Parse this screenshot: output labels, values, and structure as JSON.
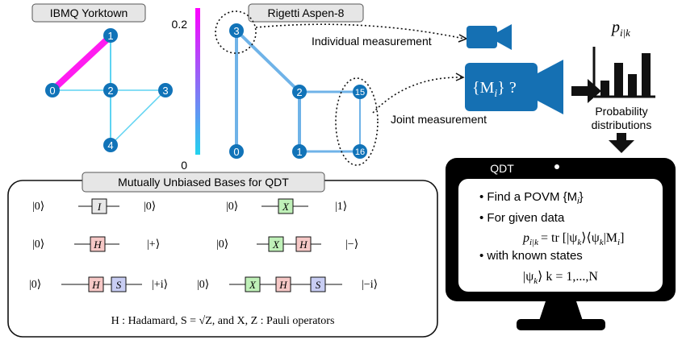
{
  "devices": {
    "ibmq": {
      "title": "IBMQ Yorktown",
      "nodes": [
        "0",
        "1",
        "2",
        "3",
        "4"
      ]
    },
    "rigetti": {
      "title": "Rigetti Aspen-8",
      "nodes": [
        "3",
        "2",
        "0",
        "1",
        "15",
        "16"
      ]
    }
  },
  "colorbar": {
    "max_label": "0.2",
    "min_label": "0",
    "top_color": "#ff00ff",
    "bottom_color": "#22d3ee"
  },
  "measurement": {
    "individual_label": "Individual measurement",
    "joint_label": "Joint measurement",
    "camera_text": "{M",
    "camera_sub": "i",
    "camera_suffix": "} ?"
  },
  "probability": {
    "symbol": "p",
    "symbol_sub": "i|k",
    "caption_line1": "Probability",
    "caption_line2": "distributions"
  },
  "qdt": {
    "title": "QDT",
    "bullet1": "Find a POVM {M",
    "bullet1_sub": "i",
    "bullet1_end": "}",
    "bullet2": "For given data",
    "formula_lhs": "p",
    "formula_sub": "i|k",
    "formula_rhs": "= tr [|ψ",
    "formula_k1": "k",
    "formula_mid": "⟩⟨ψ",
    "formula_k2": "k",
    "formula_end": "|M",
    "formula_i": "i",
    "formula_close": "]",
    "bullet3": "with known states",
    "states_a": "|ψ",
    "states_k": "k",
    "states_b": "⟩  k = 1,...,N"
  },
  "mub": {
    "title": "Mutually Unbiased Bases for QDT",
    "rows": [
      {
        "in": "|0⟩",
        "gates": [
          "I"
        ],
        "out": "|0⟩"
      },
      {
        "in": "|0⟩",
        "gates": [
          "X"
        ],
        "out": "|1⟩"
      },
      {
        "in": "|0⟩",
        "gates": [
          "H"
        ],
        "out": "|+⟩"
      },
      {
        "in": "|0⟩",
        "gates": [
          "X",
          "H"
        ],
        "out": "|−⟩"
      },
      {
        "in": "|0⟩",
        "gates": [
          "H",
          "S"
        ],
        "out": "|+i⟩"
      },
      {
        "in": "|0⟩",
        "gates": [
          "X",
          "H",
          "S"
        ],
        "out": "|−i⟩"
      }
    ],
    "caption": "H : Hadamard,  S = √Z,  and X, Z : Pauli operators"
  },
  "colors": {
    "node": "#1173b8",
    "edge_strong": "#ff1cf0",
    "edge_weak": "#5ed3f2",
    "edge_mid": "#6fb3e8",
    "camera": "#1570b3",
    "gate_I": "#e8e8e8",
    "gate_X": "#bff0b8",
    "gate_H": "#f6c8c6",
    "gate_S": "#c8cdf3"
  }
}
